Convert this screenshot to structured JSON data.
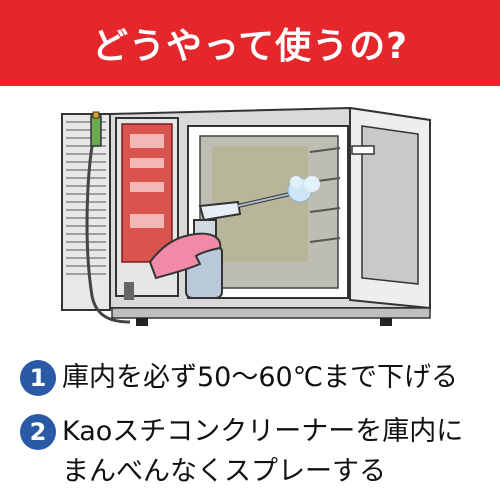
{
  "header": {
    "title": "どうやって使うの?",
    "bg_color": "#e5262a"
  },
  "illustration": {
    "icons": [
      "oven-icon",
      "spray-bottle-icon",
      "hand-icon",
      "spray-mist-icon"
    ]
  },
  "steps": [
    {
      "number": "1",
      "lines": [
        "庫内を必ず50〜60℃まで下げる"
      ]
    },
    {
      "number": "2",
      "lines": [
        "Kaoスチコンクリーナーを庫内に",
        "まんべんなくスプレーする"
      ]
    }
  ],
  "colors": {
    "badge": "#2a5aa5",
    "text": "#111111"
  }
}
